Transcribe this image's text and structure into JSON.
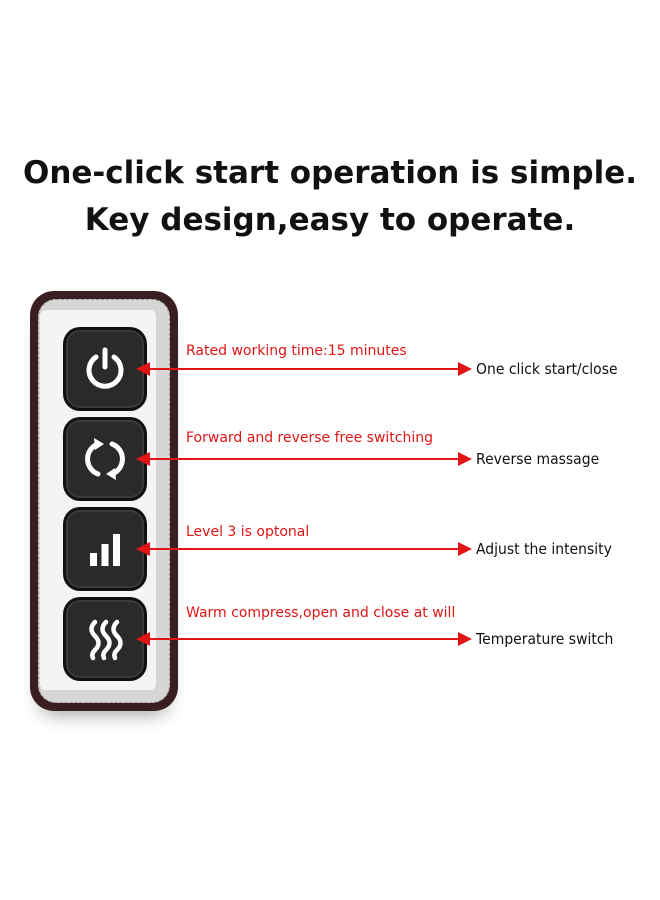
{
  "headline": {
    "line1": "One-click start operation is simple.",
    "line2": "Key design,easy to operate."
  },
  "colors": {
    "annotation": "#e01515",
    "remote_frame": "#3a1f22",
    "button": "#2a2a2a"
  },
  "buttons": [
    {
      "icon": "power-icon",
      "annotation": "Rated working time:15 minutes",
      "label": "One click start/close"
    },
    {
      "icon": "reverse-arrows-icon",
      "annotation": "Forward and reverse free switching",
      "label": "Reverse massage"
    },
    {
      "icon": "signal-bars-icon",
      "annotation": "Level 3 is optonal",
      "label": "Adjust the intensity"
    },
    {
      "icon": "heat-waves-icon",
      "annotation": "Warm compress,open and close at will",
      "label": "Temperature switch"
    }
  ]
}
